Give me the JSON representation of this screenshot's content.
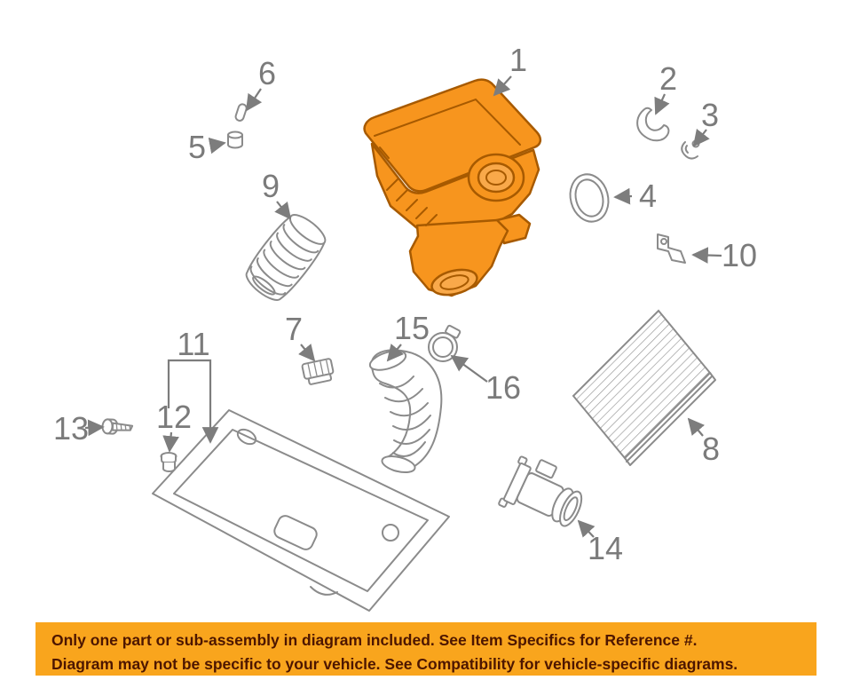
{
  "diagram": {
    "highlight_color": "#F7951E",
    "line_color": "#8B8B8B",
    "parts": [
      {
        "ref": "1",
        "highlighted": true
      },
      {
        "ref": "2"
      },
      {
        "ref": "3"
      },
      {
        "ref": "4"
      },
      {
        "ref": "5"
      },
      {
        "ref": "6"
      },
      {
        "ref": "7"
      },
      {
        "ref": "8"
      },
      {
        "ref": "9"
      },
      {
        "ref": "10"
      },
      {
        "ref": "11"
      },
      {
        "ref": "12"
      },
      {
        "ref": "13"
      },
      {
        "ref": "14"
      },
      {
        "ref": "15"
      },
      {
        "ref": "16"
      }
    ]
  },
  "banner": {
    "bg_color": "#F9A51D",
    "text_color": "#4D1600",
    "line1": "Only one part or sub-assembly in diagram included. See Item Specifics for Reference #.",
    "line2": "Diagram may not be specific to your vehicle. See Compatibility for vehicle-specific diagrams."
  }
}
